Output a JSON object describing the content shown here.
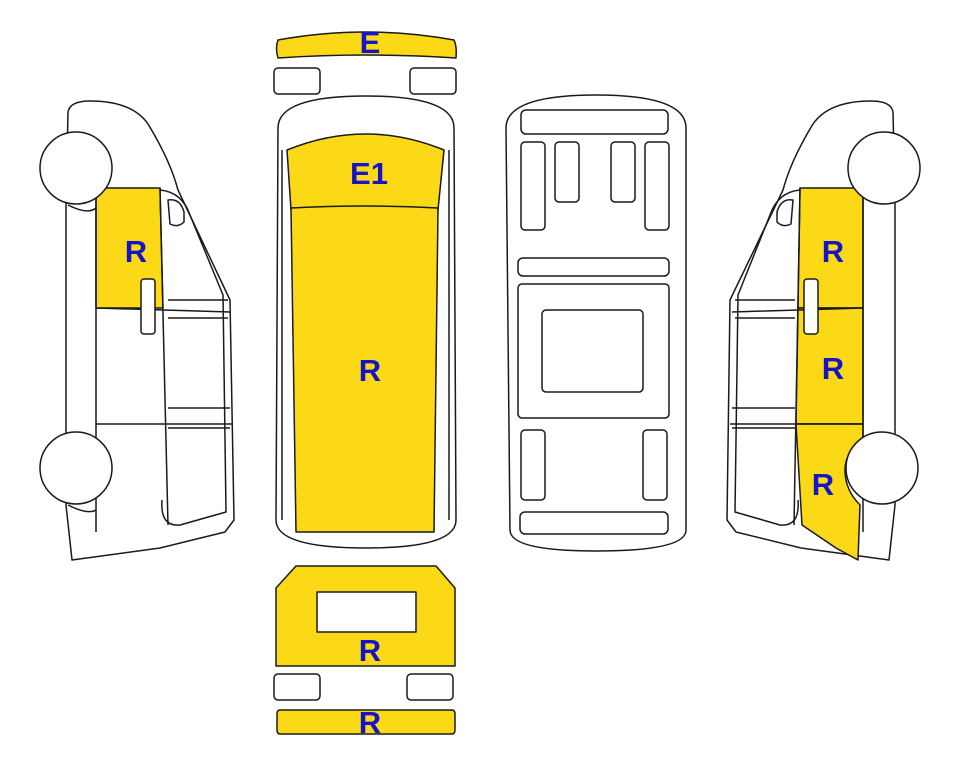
{
  "colors": {
    "damage_fill": "#fcd916",
    "label": "#1515c8",
    "outline": "#1a1a1a",
    "background": "#ffffff"
  },
  "labels": {
    "front_bumper": "E",
    "hood_windshield": "E1",
    "roof": "R",
    "rear_door": "R",
    "rear_bumper": "R",
    "left_front_door": "R",
    "right_front_door": "R",
    "right_middle_panel": "R",
    "right_rear_panel": "R"
  }
}
